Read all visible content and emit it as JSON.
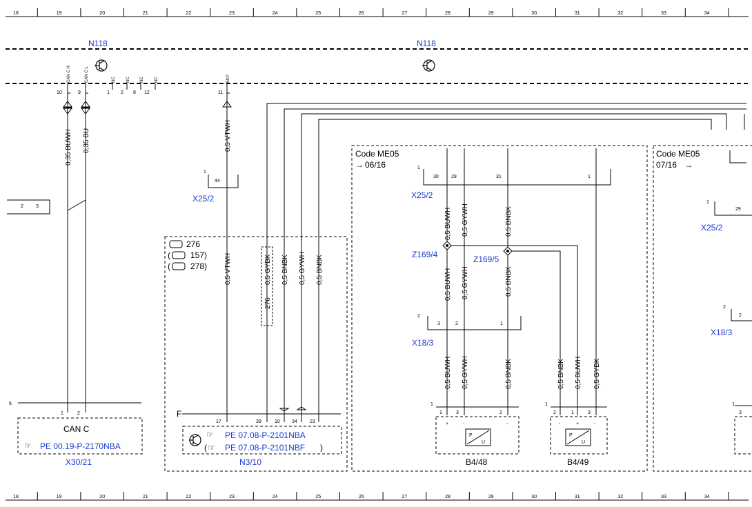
{
  "columns": [
    "18",
    "19",
    "20",
    "21",
    "22",
    "23",
    "24",
    "25",
    "26",
    "27",
    "28",
    "29",
    "30",
    "31",
    "32",
    "33",
    "34"
  ],
  "modules": {
    "n118_left": "N118",
    "n118_right": "N118",
    "pins_n118": {
      "can_h_label": "CAN C H",
      "can_l_label": "CAN C L",
      "nc": "NC",
      "ekp": "EKP",
      "pin_10": "10",
      "pin_9": "9",
      "pin_1": "1",
      "pin_2": "2",
      "pin_8": "8",
      "pin_12": "12",
      "pin_11": "11"
    }
  },
  "wires": {
    "w_buwh_035": "0,35 BUWH",
    "w_bu_035": "0,35 BU",
    "w_vtwh_05": "0,5 VTWH",
    "w_gybk_05": "0,5 GYBK",
    "w_bnbk_05": "0,5 BNBK",
    "w_gywh_05": "0,5 GYWH",
    "w_buwh_05": "0,5 BUWH"
  },
  "connectors": {
    "x25_2_left": {
      "name": "X25/2",
      "number": "1",
      "pin": "44"
    },
    "x25_2_mid": {
      "name": "X25/2",
      "number": "1",
      "pins": [
        "30",
        "29",
        "31",
        "1"
      ]
    },
    "x25_2_right": {
      "name": "X25/2",
      "number": "1",
      "pin": "29"
    },
    "x18_3_mid": {
      "name": "X18/3",
      "number": "2",
      "pins": [
        "3",
        "2",
        "1"
      ]
    },
    "x18_3_right": {
      "name": "X18/3",
      "number": "2",
      "pin": "2"
    },
    "left_edge": {
      "pins": [
        "2",
        "3"
      ]
    }
  },
  "code_blocks": {
    "me05_a_title": "Code ME05",
    "me05_a_ref": "06/16",
    "me05_b_title": "Code ME05",
    "me05_b_ref": "07/16"
  },
  "engine_codes": {
    "c276": "276",
    "c157": "157",
    "c278": "278",
    "c276_rot": "276"
  },
  "splices": {
    "z169_4": "Z169/4",
    "z169_5": "Z169/5"
  },
  "components": {
    "x30_21": {
      "name": "X30/21",
      "number": "6",
      "title": "CAN C",
      "ref": "PE 00.19-P-2170NBA",
      "pins": [
        "1",
        "2"
      ]
    },
    "n3_10": {
      "name": "N3/10",
      "letter": "F",
      "ref1": "PE 07.08-P-2101NBA",
      "ref2": "PE 07.08-P-2101NBF",
      "pins": [
        "17",
        "39",
        "10",
        "34",
        "23"
      ]
    },
    "b4_48": {
      "name": "B4/48",
      "number": "1",
      "pins": [
        "1",
        "3",
        "2"
      ],
      "signs": [
        "+",
        "-",
        "-"
      ],
      "box_top": "P",
      "box_bottom": "U"
    },
    "b4_49": {
      "name": "B4/49",
      "number": "1",
      "pins": [
        "2",
        "1",
        "3"
      ],
      "signs": [
        "-",
        "+",
        "-"
      ],
      "box_top": "P",
      "box_bottom": "U"
    },
    "right_edge": {
      "number": "1",
      "pin": "3"
    }
  },
  "colors": {
    "reference_blue": "#1a3cd1",
    "line": "#000000"
  }
}
